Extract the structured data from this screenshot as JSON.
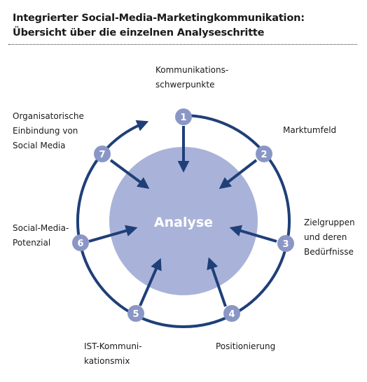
{
  "title": {
    "line1": "Integrierter Social-Media-Marketingkommunikation:",
    "line2": "Übersicht über die einzelnen Analyseschritte"
  },
  "center_label": "Analyse",
  "steps": [
    {
      "number": "1",
      "label_lines": [
        "Kommunikations-",
        "schwerpunkte"
      ]
    },
    {
      "number": "2",
      "label_lines": [
        "Marktumfeld"
      ]
    },
    {
      "number": "3",
      "label_lines": [
        "Zielgruppen",
        "und deren",
        "Bedürfnisse"
      ]
    },
    {
      "number": "4",
      "label_lines": [
        "Positionierung"
      ]
    },
    {
      "number": "5",
      "label_lines": [
        "IST-Kommuni-",
        "kationsmix"
      ]
    },
    {
      "number": "6",
      "label_lines": [
        "Social-Media-",
        "Potenzial"
      ]
    },
    {
      "number": "7",
      "label_lines": [
        "Organisatorische",
        "Einbindung von",
        "Social Media"
      ]
    }
  ],
  "colors": {
    "ring": "#1f3f78",
    "arrow": "#1f3f78",
    "center_fill": "#a9b3d9",
    "badge_fill": "#8a97c6",
    "badge_text": "#ffffff",
    "center_text": "#ffffff"
  }
}
